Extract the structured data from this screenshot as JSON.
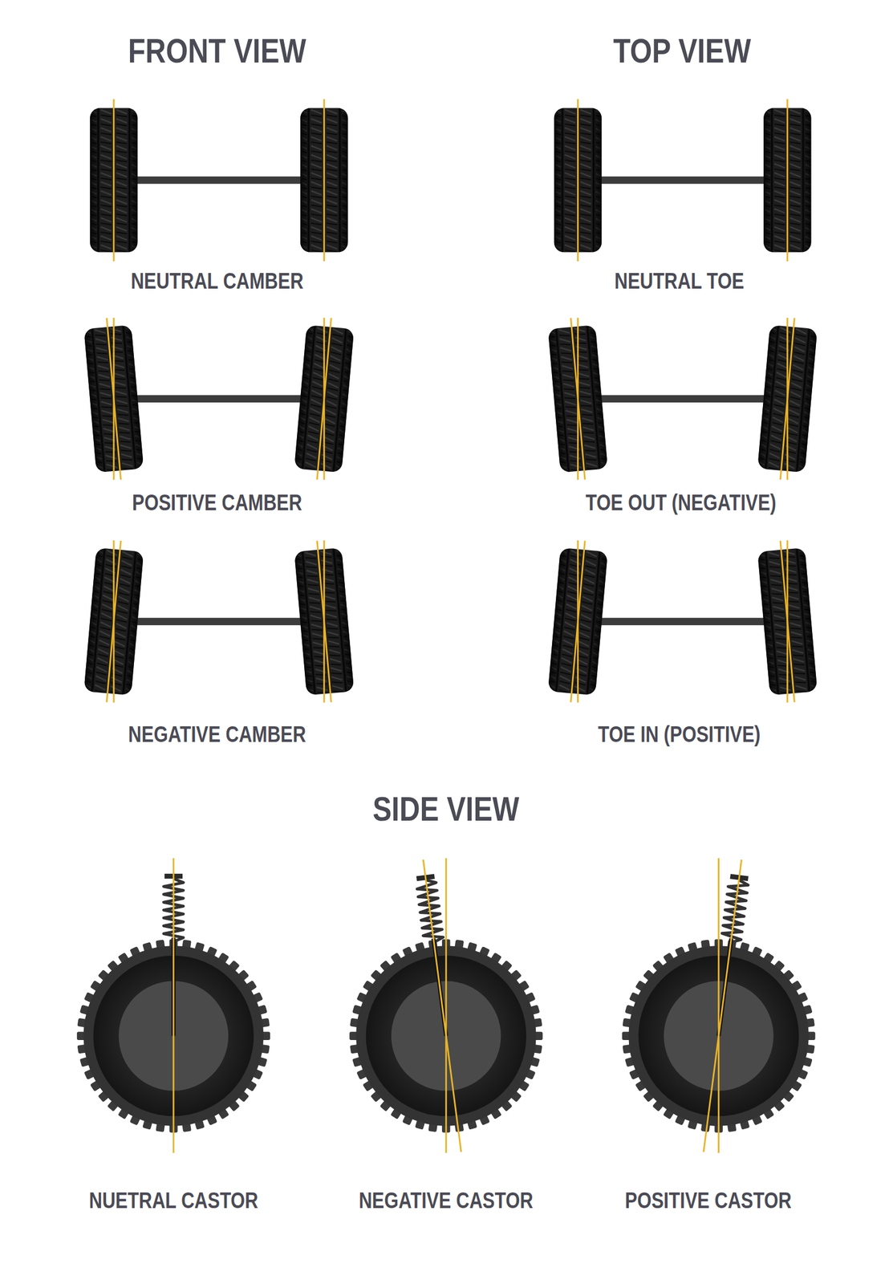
{
  "diagram": {
    "labels": [
      "FRONT VIEW",
      "TOP VIEW",
      "NEUTRAL CAMBER",
      "NEUTRAL TOE",
      "POSITIVE CAMBER",
      "TOE OUT (NEGATIVE)",
      "NEGATIVE CAMBER",
      "TOE IN (POSITIVE)",
      "SIDE VIEW",
      "NUETRAL CASTOR",
      "NEGATIVE CASTOR",
      "POSITIVE CASTOR"
    ]
  }
}
